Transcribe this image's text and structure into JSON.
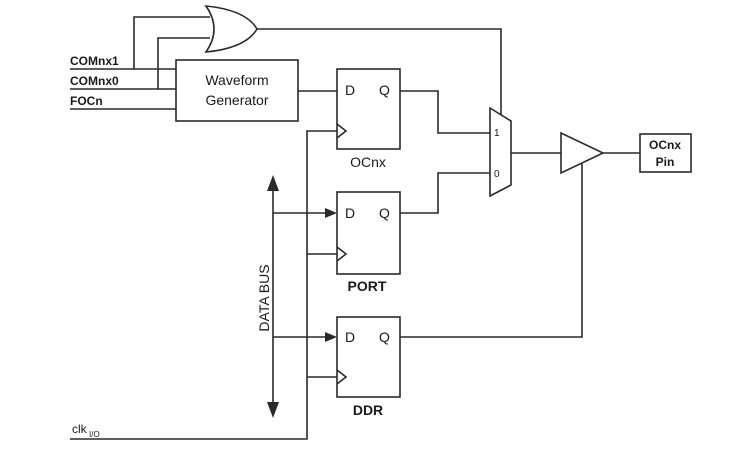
{
  "signals": {
    "com1": "COMnx1",
    "com0": "COMnx0",
    "foc": "FOCn",
    "clk": "clk",
    "clk_sub": "I/O"
  },
  "blocks": {
    "waveform_line1": "Waveform",
    "waveform_line2": "Generator",
    "ocnx_label": "OCnx",
    "port_label": "PORT",
    "ddr_label": "DDR",
    "d": "D",
    "q": "Q"
  },
  "mux": {
    "in1": "1",
    "in0": "0"
  },
  "pin": {
    "line1": "OCnx",
    "line2": "Pin"
  },
  "bus": {
    "label": "DATA BUS"
  }
}
